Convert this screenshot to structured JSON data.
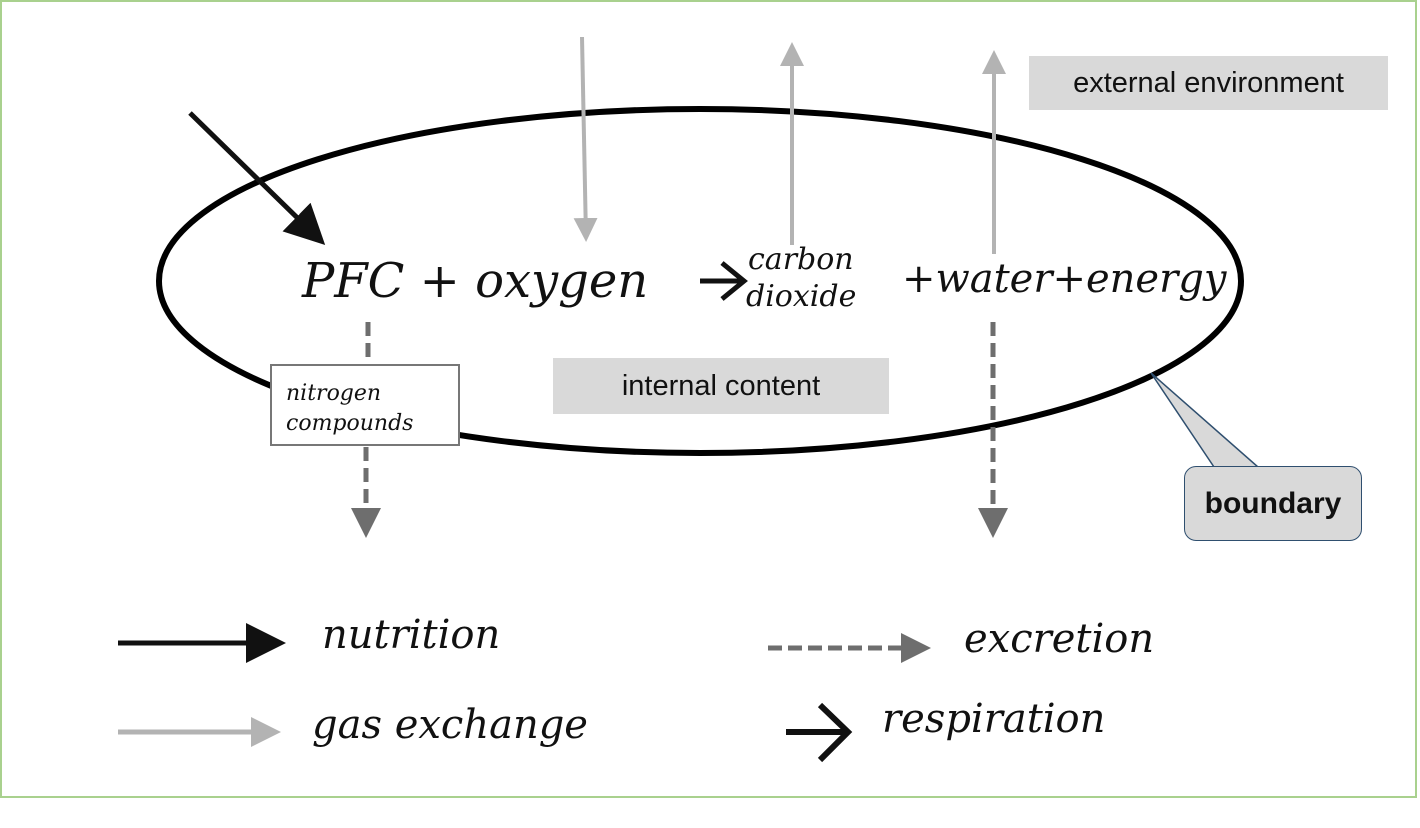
{
  "diagram": {
    "equation": {
      "reactants": "PFC + oxygen",
      "product_1_line_1": "carbon",
      "product_1_line_2": "dioxide",
      "products_rest": "+water+energy"
    },
    "labels": {
      "external": "external environment",
      "internal": "internal content",
      "nitrogen_line_1": "nitrogen",
      "nitrogen_line_2": "compounds",
      "boundary": "boundary"
    },
    "legend": [
      {
        "style": "solid-black",
        "label": "nutrition"
      },
      {
        "style": "dashed-gray",
        "label": "excretion"
      },
      {
        "style": "solid-lightgray",
        "label": "gas exchange"
      },
      {
        "style": "chevron-black",
        "label": "respiration"
      }
    ],
    "colors": {
      "frame_border": "#a9d18e",
      "label_fill": "#d9d9d9",
      "gas_arrow": "#b3b3b3",
      "excretion_arrow": "#6e6e6e",
      "nutrition_arrow": "#111111",
      "callout_border": "#2f4f6f"
    }
  }
}
